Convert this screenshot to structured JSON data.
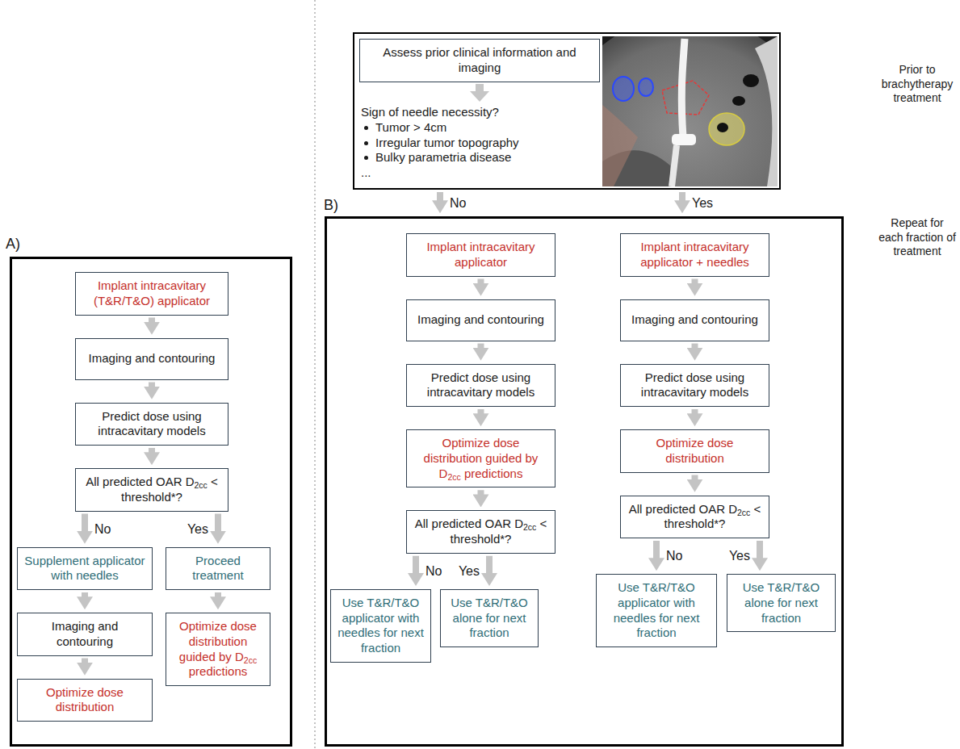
{
  "diagram": {
    "nodes": [
      {
        "text": [
          "Sign of needle necessity?",
          "Tumor > 4cm",
          "Irregular tumor topography",
          "Bulky parametria disease",
          "..."
        ]
      },
      {
        "text": [
          "Assess prior clinical information and imaging"
        ],
        "in": 0
      },
      {
        "text": [
          "A)"
        ]
      },
      {
        "text": [
          "Implant intracavitary (T&R/T&O) applicator"
        ],
        "in": 2
      },
      {
        "text": [
          "Imaging and contouring"
        ],
        "in": 2
      },
      {
        "text": [
          "Predict dose using intracavitary models"
        ],
        "in": 2
      },
      {
        "text": [
          "All predicted OAR D2cc < threshold*?"
        ],
        "in": 2
      },
      {
        "text": [
          "Supplement applicator with needles"
        ],
        "in": 2
      },
      {
        "text": [
          "Imaging and contouring"
        ],
        "in": 2
      },
      {
        "text": [
          "Optimize dose distribution"
        ],
        "in": 2
      },
      {
        "text": [
          "Proceed treatment"
        ],
        "in": 2
      },
      {
        "text": [
          "Optimize dose distribution guided by D2cc predictions"
        ],
        "in": 2
      },
      {
        "text": [
          "B)"
        ]
      },
      {
        "text": [
          "Implant intracavitary applicator"
        ],
        "in": 12
      },
      {
        "text": [
          "Imaging and contouring"
        ],
        "in": 12
      },
      {
        "text": [
          "Predict dose using intracavitary models"
        ],
        "in": 12
      },
      {
        "text": [
          "Optimize dose distribution guided by D2cc predictions"
        ],
        "in": 12
      },
      {
        "text": [
          "All predicted OAR D2cc < threshold*?"
        ],
        "in": 12
      },
      {
        "text": [
          "Use T&R/T&O applicator with needles for next fraction"
        ],
        "in": 12
      },
      {
        "text": [
          "Use T&R/T&O alone for next fraction"
        ],
        "in": 12
      },
      {
        "text": [
          "Implant intracavitary applicator + needles"
        ],
        "in": 12
      },
      {
        "text": [
          "Imaging and contouring"
        ],
        "in": 12
      },
      {
        "text": [
          "Predict dose using intracavitary models"
        ],
        "in": 12
      },
      {
        "text": [
          "Optimize dose distribution"
        ],
        "in": 12
      },
      {
        "text": [
          "All predicted OAR D2cc < threshold*?"
        ],
        "in": 12
      },
      {
        "text": [
          "Use T&R/T&O applicator with needles for next fraction"
        ],
        "in": 12
      },
      {
        "text": [
          "Use T&R/T&O alone for next fraction"
        ],
        "in": 12
      }
    ],
    "edges": [
      {
        "from": 0,
        "to": 12,
        "label": "No",
        "arrow": "to"
      },
      {
        "from": 0,
        "to": 12,
        "label": "Yes",
        "arrow": "to"
      },
      {
        "from": 3,
        "to": 4,
        "arrow": "to"
      },
      {
        "from": 4,
        "to": 5,
        "arrow": "to"
      },
      {
        "from": 5,
        "to": 6,
        "arrow": "to"
      },
      {
        "from": 6,
        "to": 7,
        "label": "No",
        "arrow": "to"
      },
      {
        "from": 6,
        "to": 10,
        "label": "Yes",
        "arrow": "to"
      },
      {
        "from": 7,
        "to": 8,
        "arrow": "to"
      },
      {
        "from": 8,
        "to": 9,
        "arrow": "to"
      },
      {
        "from": 10,
        "to": 11,
        "arrow": "to"
      },
      {
        "from": 13,
        "to": 14,
        "arrow": "to"
      },
      {
        "from": 14,
        "to": 15,
        "arrow": "to"
      },
      {
        "from": 15,
        "to": 16,
        "arrow": "to"
      },
      {
        "from": 16,
        "to": 17,
        "arrow": "to"
      },
      {
        "from": 17,
        "to": 18,
        "label": "No",
        "arrow": "to"
      },
      {
        "from": 17,
        "to": 19,
        "label": "Yes",
        "arrow": "to"
      },
      {
        "from": 20,
        "to": 21,
        "arrow": "to"
      },
      {
        "from": 21,
        "to": 22,
        "arrow": "to"
      },
      {
        "from": 22,
        "to": 23,
        "arrow": "to"
      },
      {
        "from": 23,
        "to": 24,
        "arrow": "to"
      },
      {
        "from": 24,
        "to": 25,
        "label": "No",
        "arrow": "to"
      },
      {
        "from": 24,
        "to": 26,
        "label": "Yes",
        "arrow": "to"
      }
    ],
    "labels": [
      "Prior to brachytherapy treatment",
      "Repeat for each fraction of treatment"
    ]
  }
}
